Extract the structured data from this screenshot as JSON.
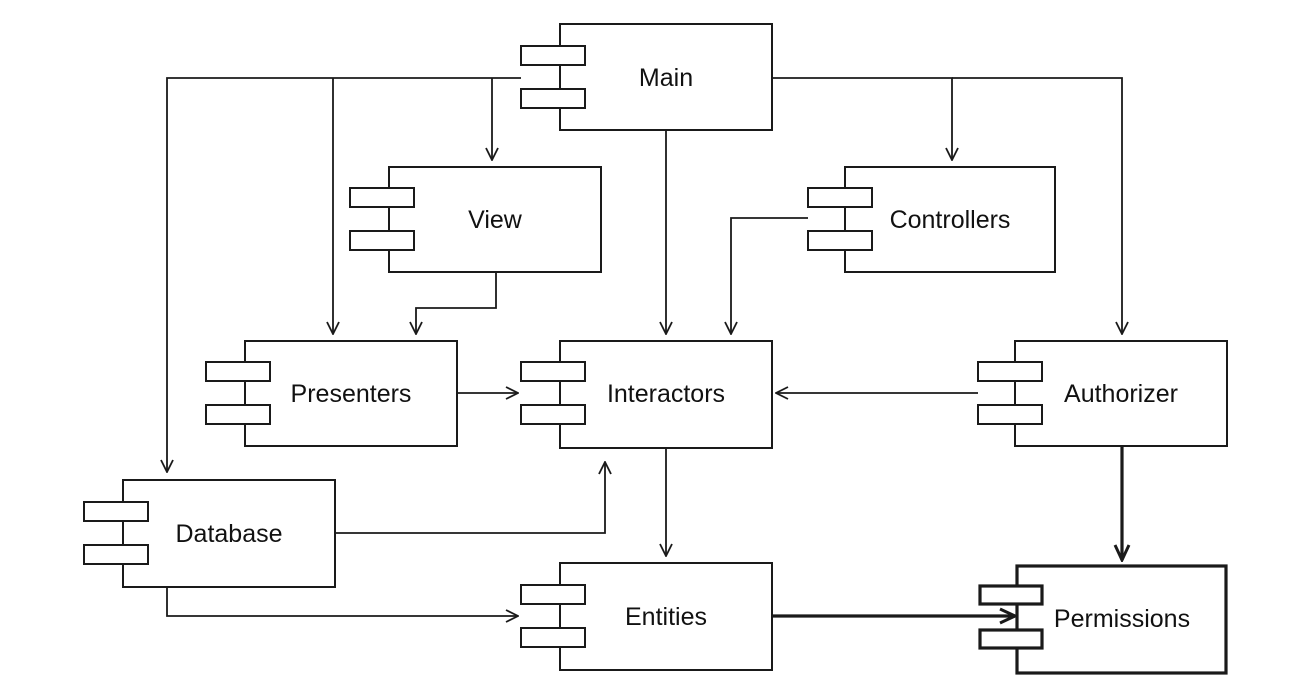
{
  "components": {
    "main": {
      "label": "Main"
    },
    "view": {
      "label": "View"
    },
    "controllers": {
      "label": "Controllers"
    },
    "presenters": {
      "label": "Presenters"
    },
    "interactors": {
      "label": "Interactors"
    },
    "authorizer": {
      "label": "Authorizer"
    },
    "database": {
      "label": "Database"
    },
    "entities": {
      "label": "Entities"
    },
    "permissions": {
      "label": "Permissions"
    }
  },
  "dependencies": [
    {
      "from": "main",
      "to": "view"
    },
    {
      "from": "main",
      "to": "presenters"
    },
    {
      "from": "main",
      "to": "database"
    },
    {
      "from": "main",
      "to": "interactors"
    },
    {
      "from": "main",
      "to": "controllers"
    },
    {
      "from": "main",
      "to": "authorizer"
    },
    {
      "from": "view",
      "to": "presenters"
    },
    {
      "from": "controllers",
      "to": "interactors"
    },
    {
      "from": "presenters",
      "to": "interactors"
    },
    {
      "from": "authorizer",
      "to": "interactors"
    },
    {
      "from": "database",
      "to": "interactors"
    },
    {
      "from": "database",
      "to": "entities"
    },
    {
      "from": "interactors",
      "to": "entities"
    },
    {
      "from": "authorizer",
      "to": "permissions",
      "emphasis": true
    },
    {
      "from": "entities",
      "to": "permissions",
      "emphasis": true
    }
  ]
}
